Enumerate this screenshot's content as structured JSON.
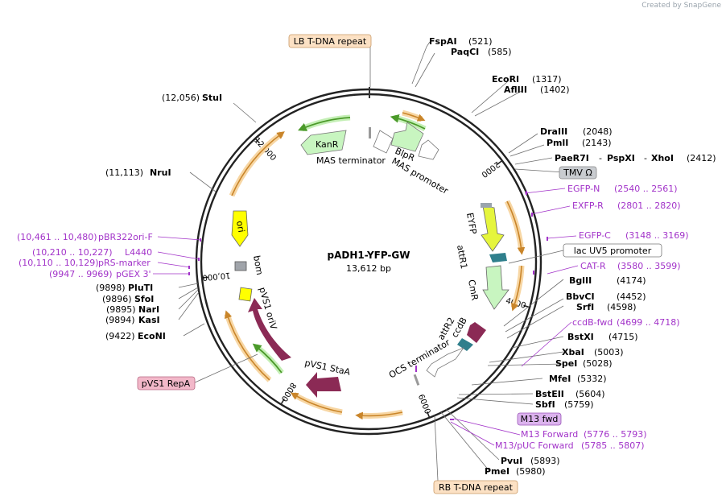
{
  "app": {
    "credit": "Created by SnapGene",
    "credit_icon": "snapgene-logo-icon"
  },
  "plasmid": {
    "name": "pADH1-YFP-GW",
    "size": "13,612 bp",
    "total_bp": 13612
  },
  "ticks": [
    {
      "bp": 2000,
      "label": "2000"
    },
    {
      "bp": 4000,
      "label": "4000"
    },
    {
      "bp": 6000,
      "label": "6000"
    },
    {
      "bp": 8000,
      "label": "8000"
    },
    {
      "bp": 10000,
      "label": "10,000"
    },
    {
      "bp": 12000,
      "label": "12,000"
    }
  ],
  "sites_right": [
    {
      "id": "fspai",
      "name": "FspAI",
      "pos": "(521)",
      "bp": 521
    },
    {
      "id": "paqci",
      "name": "PaqCI",
      "pos": "(585)",
      "bp": 585
    },
    {
      "id": "ecori",
      "name": "EcoRI",
      "pos": "(1317)",
      "bp": 1317
    },
    {
      "id": "aflii",
      "name": "AflIII",
      "pos": "(1402)",
      "bp": 1402
    },
    {
      "id": "draiii",
      "name": "DraIII",
      "pos": "(2048)",
      "bp": 2048
    },
    {
      "id": "pmli",
      "name": "PmlI",
      "pos": "(2143)",
      "bp": 2143
    },
    {
      "id": "bglii",
      "name": "BglII",
      "pos": "(4174)",
      "bp": 4174
    },
    {
      "id": "bbvci",
      "name": "BbvCI",
      "pos": "(4452)",
      "bp": 4452
    },
    {
      "id": "srfi",
      "name": "SrfI",
      "pos": "(4598)",
      "bp": 4598
    },
    {
      "id": "bstxi",
      "name": "BstXI",
      "pos": "(4715)",
      "bp": 4715
    },
    {
      "id": "xbai",
      "name": "XbaI",
      "pos": "(5003)",
      "bp": 5003
    },
    {
      "id": "spei",
      "name": "SpeI",
      "pos": "(5028)",
      "bp": 5028
    },
    {
      "id": "mfei",
      "name": "MfeI",
      "pos": "(5332)",
      "bp": 5332
    },
    {
      "id": "bsteii",
      "name": "BstEII",
      "pos": "(5604)",
      "bp": 5604
    },
    {
      "id": "sbfi",
      "name": "SbfI",
      "pos": "(5759)",
      "bp": 5759
    },
    {
      "id": "pvui",
      "name": "PvuI",
      "pos": "(5893)",
      "bp": 5893
    },
    {
      "id": "pmei",
      "name": "PmeI",
      "pos": "(5980)",
      "bp": 5980
    }
  ],
  "site_multi": {
    "a": "PaeR7I",
    "sep1": "-",
    "b": "PspXI",
    "sep2": "-",
    "c": "XhoI",
    "pos": "(2412)",
    "bp": 2412
  },
  "sites_left": [
    {
      "id": "stui",
      "name": "StuI",
      "pos": "(12,056)",
      "bp": 12056
    },
    {
      "id": "nrui",
      "name": "NruI",
      "pos": "(11,113)",
      "bp": 11113
    },
    {
      "id": "pluti",
      "name": "PluTI",
      "pos": "(9898)",
      "bp": 9898
    },
    {
      "id": "sfoi",
      "name": "SfoI",
      "pos": "(9896)",
      "bp": 9896
    },
    {
      "id": "nari",
      "name": "NarI",
      "pos": "(9895)",
      "bp": 9895
    },
    {
      "id": "kasi",
      "name": "KasI",
      "pos": "(9894)",
      "bp": 9894
    },
    {
      "id": "econi",
      "name": "EcoNI",
      "pos": "(9422)",
      "bp": 9422
    }
  ],
  "primers_right": [
    {
      "id": "egfp-n",
      "name": "EGFP-N",
      "pos": "(2540 .. 2561)"
    },
    {
      "id": "exfp-r",
      "name": "EXFP-R",
      "pos": "(2801 .. 2820)"
    },
    {
      "id": "egfp-c",
      "name": "EGFP-C",
      "pos": "(3148 .. 3169)"
    },
    {
      "id": "cat-r",
      "name": "CAT-R",
      "pos": "(3580 .. 3599)"
    },
    {
      "id": "ccdb-fwd",
      "name": "ccdB-fwd",
      "pos": "(4699 .. 4718)"
    },
    {
      "id": "m13-forward",
      "name": "M13 Forward",
      "pos": "(5776 .. 5793)"
    },
    {
      "id": "m13-puc",
      "name": "M13/pUC Forward",
      "pos": "(5785 .. 5807)"
    }
  ],
  "primers_left": [
    {
      "id": "pbr322ori-f",
      "name": "pBR322ori-F",
      "pos": "(10,461 .. 10,480)"
    },
    {
      "id": "l4440",
      "name": "L4440",
      "pos": "(10,210 .. 10,227)"
    },
    {
      "id": "prs-marker",
      "name": "pRS-marker",
      "pos": "(10,110 .. 10,129)"
    },
    {
      "id": "pgex3",
      "name": "pGEX 3'",
      "pos": "(9947 .. 9969)"
    }
  ],
  "boxed": {
    "lb": "LB T-DNA repeat",
    "rb": "RB T-DNA repeat",
    "tmv": "TMV Ω",
    "lacuv5": "lac UV5 promoter",
    "m13fwd": "M13 fwd",
    "repa": "pVS1 RepA"
  },
  "features": {
    "kanr": "KanR",
    "mas_term": "MAS terminator",
    "blpr": "BlpR",
    "mas_prom": "MAS promoter",
    "eyfp": "EYFP",
    "attr1": "attR1",
    "cmr": "CmR",
    "ccdb": "ccdB",
    "attr2": "attR2",
    "ocs_term": "OCS terminator",
    "staa": "pVS1 StaA",
    "oriv": "pVS1 oriV",
    "bom": "bom",
    "ori": "ori"
  },
  "colors": {
    "backbone": "#222222",
    "orange_orf": "#e8a33d",
    "green_marker": "#4b9a2a",
    "pale_green": "#c8f5c0",
    "yellow_eyfp": "#e5f53c",
    "maroon": "#8b2a55",
    "teal_att": "#2f7f8c",
    "primer": "#a233c9",
    "ori_yellow": "#ffff00",
    "bom_gray": "#a0a4aa"
  }
}
